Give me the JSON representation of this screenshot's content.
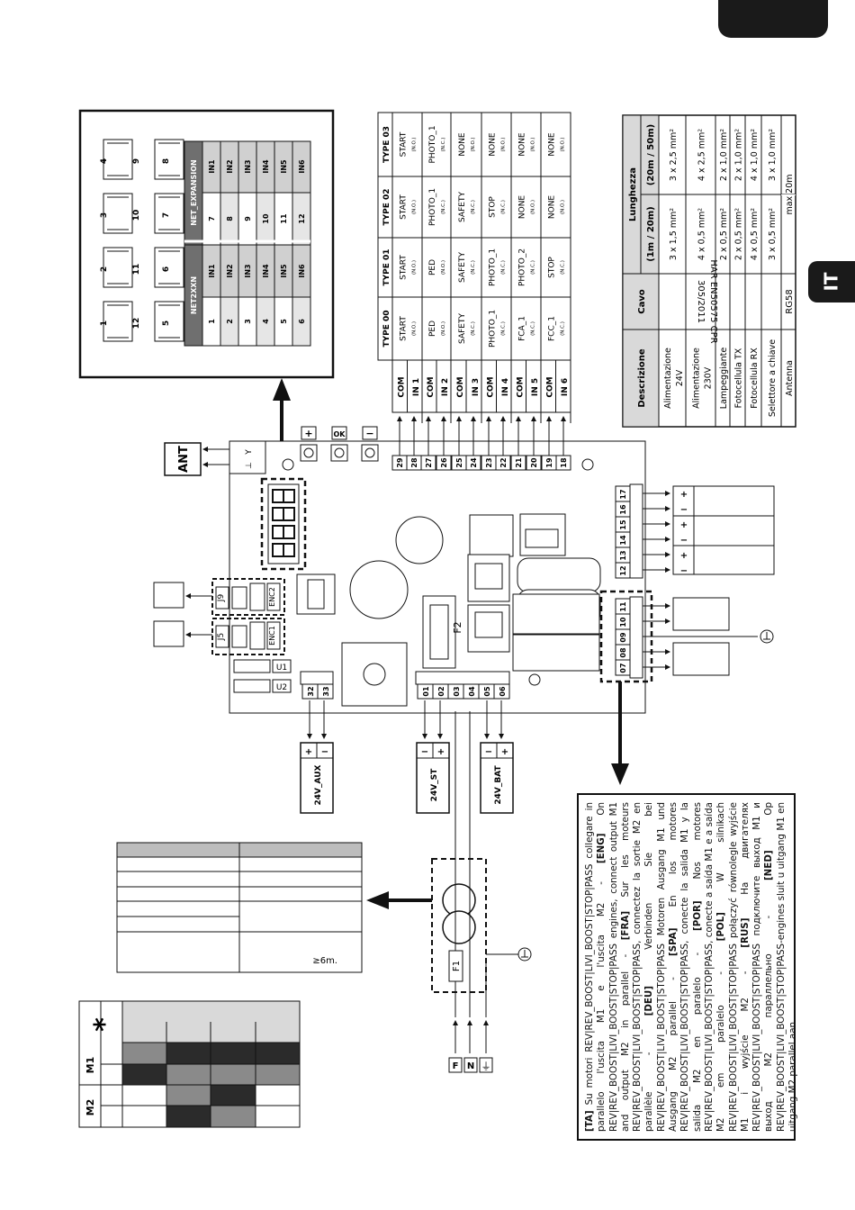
{
  "page": {
    "lang_tab": "IT"
  },
  "labels": {
    "ant": "ANT",
    "btn_plus": "+",
    "btn_ok": "OK",
    "btn_minus": "−",
    "f2": "F2",
    "f1": "F1",
    "j9": "J9",
    "j5": "J5",
    "enc2": "ENC2",
    "enc1": "ENC1",
    "u1": "U1",
    "u2": "U2",
    "aux": "24V_AUX",
    "st": "24V_ST",
    "bat": "24V_BAT",
    "m1": "M1",
    "m2": "M2",
    "star": "*",
    "dist": "≥6m.",
    "plus": "+",
    "minus": "−",
    "phase_f": "F",
    "phase_n": "N",
    "ground": "⏚"
  },
  "terminals": {
    "main": [
      "29",
      "28",
      "27",
      "26",
      "25",
      "24",
      "23",
      "22",
      "21",
      "20",
      "19",
      "18"
    ],
    "motor_bottom": [
      "32",
      "33"
    ],
    "power": [
      "01",
      "02",
      "03",
      "04",
      "05",
      "06"
    ],
    "right_top": [
      "17",
      "16",
      "15",
      "14",
      "13",
      "12"
    ],
    "lamp": [
      "11",
      "10",
      "09",
      "08",
      "07"
    ]
  },
  "net": {
    "col1_header": "NET2XXN",
    "col2_header": "NET_EXPANSION",
    "rows": [
      [
        "1",
        "IN1",
        "7",
        "IN1"
      ],
      [
        "2",
        "IN2",
        "8",
        "IN2"
      ],
      [
        "3",
        "IN3",
        "9",
        "IN3"
      ],
      [
        "4",
        "IN4",
        "10",
        "IN4"
      ],
      [
        "5",
        "IN5",
        "11",
        "IN5"
      ],
      [
        "6",
        "IN6",
        "12",
        "IN6"
      ]
    ],
    "displays": [
      [
        "1",
        "12",
        "5"
      ],
      [
        "2",
        "11",
        "6"
      ],
      [
        "3",
        "10",
        "7"
      ],
      [
        "4",
        "9",
        "8"
      ]
    ]
  },
  "inputs": {
    "terminals": [
      [
        "COM",
        "IN 1"
      ],
      [
        "COM",
        "IN 2"
      ],
      [
        "COM",
        "IN 3"
      ],
      [
        "COM",
        "IN 4"
      ],
      [
        "COM",
        "IN 5"
      ],
      [
        "COM",
        "IN 6"
      ]
    ],
    "types": [
      "TYPE 00",
      "TYPE 01",
      "TYPE 02",
      "TYPE 03"
    ],
    "cells": [
      [
        [
          "START",
          "(N.O.)"
        ],
        [
          "START",
          "(N.O.)"
        ],
        [
          "START",
          "(N.O.)"
        ],
        [
          "START",
          "(N.O.)"
        ]
      ],
      [
        [
          "PED",
          "(N.O.)"
        ],
        [
          "PED",
          "(N.O.)"
        ],
        [
          "PHOTO_1",
          "(N.C.)"
        ],
        [
          "PHOTO_1",
          "(N.C.)"
        ]
      ],
      [
        [
          "SAFETY",
          "(N.C.)"
        ],
        [
          "SAFETY",
          "(N.C.)"
        ],
        [
          "SAFETY",
          "(N.C.)"
        ],
        [
          "NONE",
          "(N.O.)"
        ]
      ],
      [
        [
          "PHOTO_1",
          "(N.C.)"
        ],
        [
          "PHOTO_1",
          "(N.C.)"
        ],
        [
          "STOP",
          "(N.C.)"
        ],
        [
          "NONE",
          "(N.O.)"
        ]
      ],
      [
        [
          "FCA_1",
          "(N.C.)"
        ],
        [
          "PHOTO_2",
          "(N.C.)"
        ],
        [
          "NONE",
          "(N.O.)"
        ],
        [
          "NONE",
          "(N.O.)"
        ]
      ],
      [
        [
          "FCC_1",
          "(N.C.)"
        ],
        [
          "STOP",
          "(N.C.)"
        ],
        [
          "NONE",
          "(N.O.)"
        ],
        [
          "NONE",
          "(N.O.)"
        ]
      ]
    ]
  },
  "cable_table": {
    "h_desc": "Descrizione",
    "h_cavo": "Cavo",
    "h_lung": "Lunghezza",
    "h_l1": "(1m / 20m)",
    "h_l2": "(20m / 50m)",
    "cavo_main": "HAR EN50575 CPR 305/2011",
    "cavo_ant": "RG58",
    "rows": [
      {
        "desc": "Alimentazione 24V",
        "l1": "3 x 1,5 mm²",
        "l2": "3 x 2,5 mm²"
      },
      {
        "desc": "Alimentazione 230V",
        "l1": "4 x 0,5 mm²",
        "l2": "4 x 2,5 mm²"
      },
      {
        "desc": "Lampeggiante",
        "l1": "2 x 0,5 mm²",
        "l2": "2 x 1,0 mm²"
      },
      {
        "desc": "Fotocellula TX",
        "l1": "2 x 0,5 mm²",
        "l2": "2 x 1,0 mm²"
      },
      {
        "desc": "Fotocellula RX",
        "l1": "4 x 0,5 mm²",
        "l2": "4 x 1,0 mm²"
      },
      {
        "desc": "Selettore a chiave",
        "l1": "3 x 0,5 mm²",
        "l2": "3 x 1,0 mm²"
      },
      {
        "desc": "Antenna",
        "l1": "max 20m",
        "l2": ""
      }
    ]
  },
  "note": [
    {
      "tag": "[TA]",
      "text": " Su motori REV|REV_BOOST|LIVI_BOOST|STOP|PASS collegare in parallelo l'uscita M1 e l'uscita M2 - "
    },
    {
      "tag": "[ENG]",
      "text": " On REV|REV_BOOST|LIVI_BOOST|STOP|PASS engines, connect output M1 and output M2 in parallel - "
    },
    {
      "tag": "[FRA]",
      "text": " Sur les moteurs REV|REV_BOOST|LIVI_BOOST|STOP|PASS, connectez la sortie M2 en parallèle - "
    },
    {
      "tag": "[DEU]",
      "text": " Verbinden Sie bei REV|REV_BOOST|LIVI_BOOST|STOP|PASS Motoren Ausgang M1 und Ausgang M2 parallel - "
    },
    {
      "tag": "[SPA]",
      "text": " En los motores REV|REV_BOOST|LIVI_BOOST|STOP|PASS, conecte la salida M1 y la salida M2 en paralelo - "
    },
    {
      "tag": "[POR]",
      "text": " Nos motores REV|REV_BOOST|LIVI_BOOST|STOP|PASS, conecte a saída M1 e a saída M2 em paralelo - "
    },
    {
      "tag": "[POL]",
      "text": " W silnikach REV|REV_BOOST|LIVI_BOOST|STOP|PASS połączyć równolegle wyjście M1 i wyjście M2 - "
    },
    {
      "tag": "[RUS]",
      "text": " На двигателях REV|REV_BOOST|LIVI_BOOST|STOP|PASS подключите выход M1 и выход M2 параллельно - "
    },
    {
      "tag": "[NED]",
      "text": " Op REV|REV_BOOST|LIVI_BOOST|STOP|PASS-engines sluit u uitgang M1 en uitgang M2 parallel aan."
    }
  ],
  "colors": {
    "dark": "#2b2b2b",
    "mid": "#8a8a8a",
    "light": "#d9d9d9",
    "grey_head": "#6f6f6f"
  }
}
